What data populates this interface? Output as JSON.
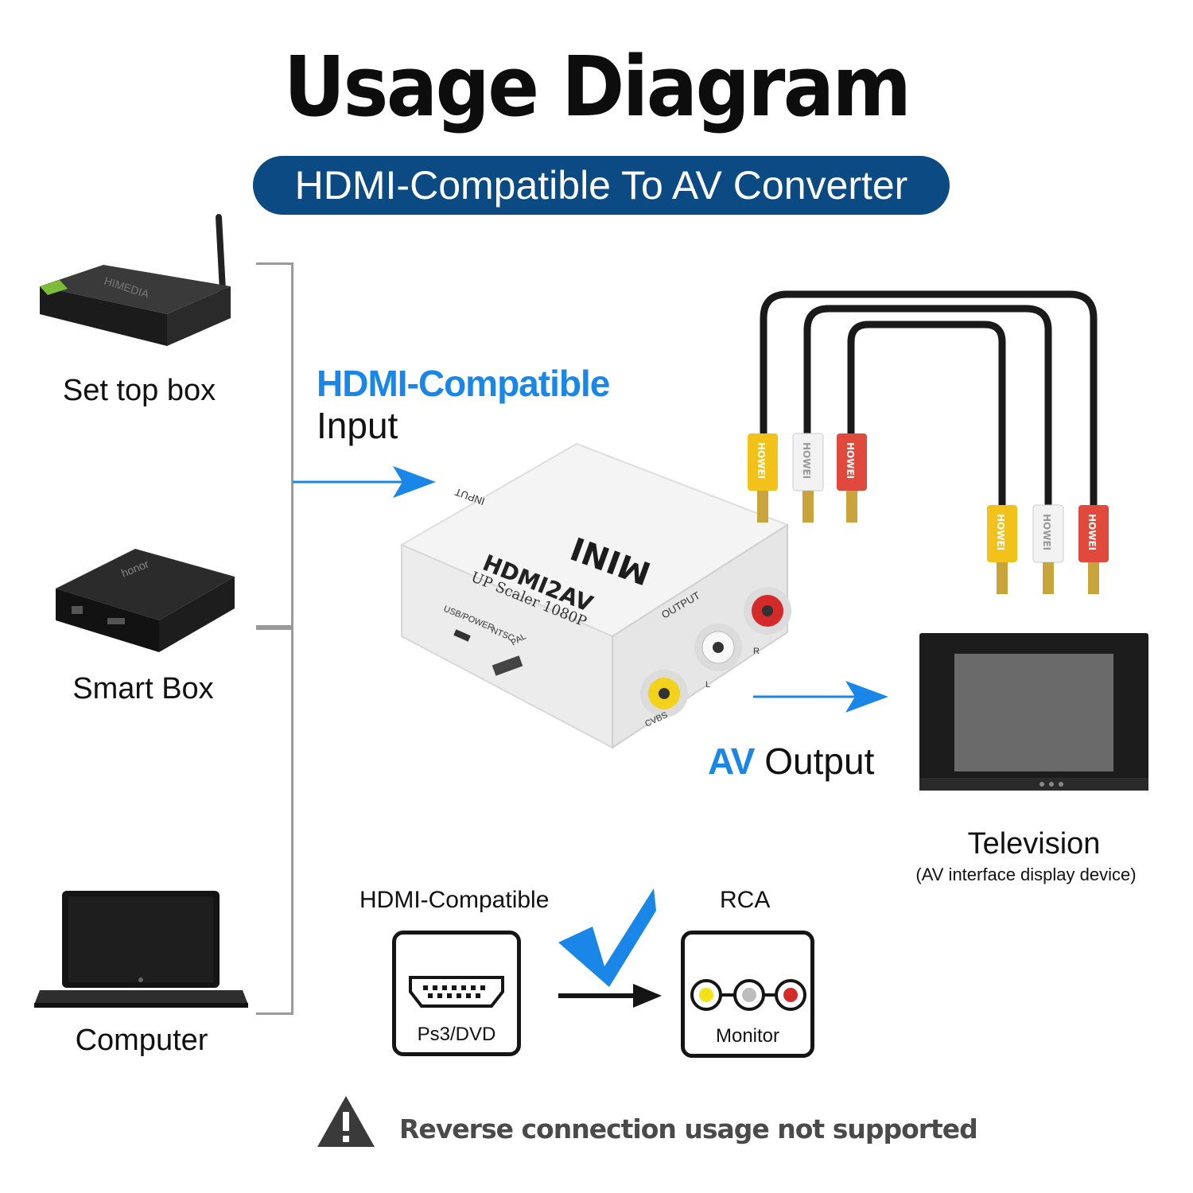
{
  "title": "Usage Diagram",
  "subtitle": "HDMI-Compatible To AV Converter",
  "devices": [
    {
      "label": "Set top box",
      "icon": "set-top-box-icon"
    },
    {
      "label": "Smart Box",
      "icon": "smart-box-icon"
    },
    {
      "label": "Computer",
      "icon": "laptop-icon"
    }
  ],
  "input": {
    "highlight": "HDMI-Compatible",
    "word": "Input"
  },
  "converter": {
    "brand": "MINI",
    "model": "HDMI2AV",
    "tagline": "UP Scaler 1080P",
    "port_input": "INPUT",
    "port_output": "OUTPUT",
    "port_usb": "USB/POWER",
    "switch_ntsc": "NTSC",
    "switch_pal": "PAL",
    "jack_cvbs": "CVBS",
    "jack_l": "L",
    "jack_r": "R"
  },
  "cable_brand": "HOWEI",
  "output": {
    "highlight": "AV",
    "word": "Output"
  },
  "television": {
    "label": "Television",
    "sublabel": "(AV interface display device)"
  },
  "compat": {
    "left_label": "HDMI-Compatible",
    "left_box": "Ps3/DVD",
    "right_label": "RCA",
    "right_box": "Monitor"
  },
  "warning": "Reverse connection usage not supported",
  "colors": {
    "accent": "#1a86e8",
    "pill": "#0b4a82",
    "yellow": "#f2d21a",
    "red": "#e43b2c"
  }
}
